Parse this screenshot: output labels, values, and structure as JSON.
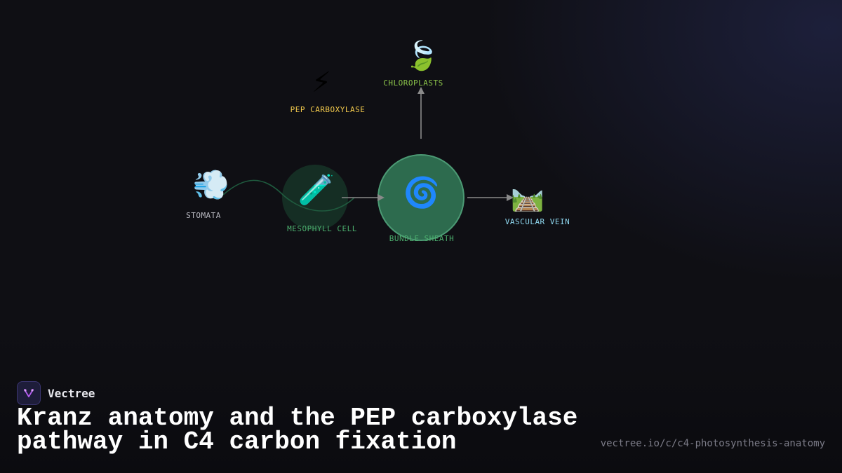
{
  "brand": {
    "name": "Vectree"
  },
  "title": "Kranz anatomy and the PEP carboxylase pathway in C4 carbon fixation",
  "url": "vectree.io/c/c4-photosynthesis-anatomy",
  "nodes": {
    "stomata": {
      "label": "STOMATA",
      "icon": "💨",
      "icon_name": "wind-icon",
      "color": "#b8b8c0"
    },
    "mesophyll": {
      "label": "MESOPHYLL CELL",
      "icon": "🧪",
      "icon_name": "test-tube-icon",
      "color": "#4caf6e"
    },
    "bundle_sheath": {
      "label": "BUNDLE SHEATH",
      "icon": "🌀",
      "icon_name": "cyclone-icon",
      "color": "#4caf6e"
    },
    "vascular_vein": {
      "label": "VASCULAR VEIN",
      "icon": "🛤️",
      "icon_name": "railway-track-icon",
      "color": "#8fd8f0"
    },
    "pep": {
      "label": "PEP CARBOXYLASE",
      "icon": "⚡",
      "icon_name": "lightning-icon",
      "color": "#f2c94c"
    },
    "chloroplasts": {
      "label": "CHLOROPLASTS",
      "icon": "🍃",
      "icon_name": "leaf-icon",
      "color": "#8bc34a"
    }
  }
}
